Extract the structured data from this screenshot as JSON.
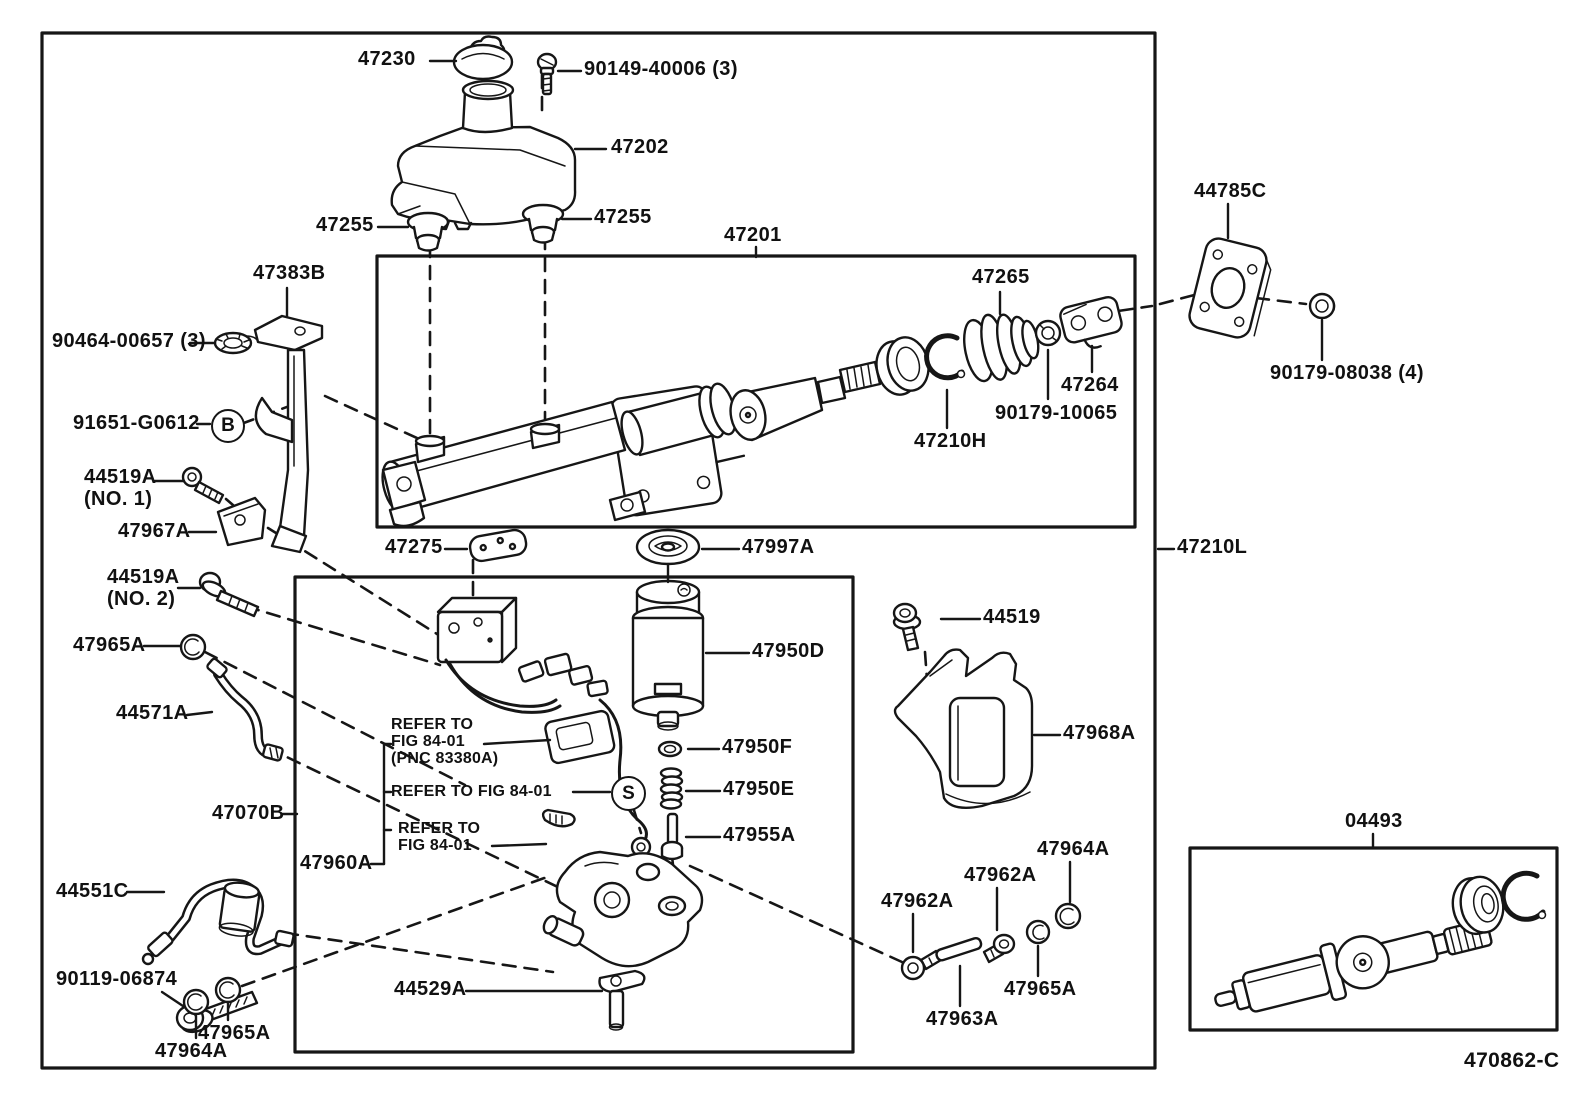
{
  "figure_code": "470862-C",
  "callouts": {
    "reservoir_cap": "47230",
    "reservoir_screw": "90149-40006 (3)",
    "reservoir": "47202",
    "grommet_left": "47255",
    "grommet_right": "47255",
    "master_cylinder_box": "47201",
    "reservoir_bracket": "47383B",
    "lock_washer": "90464-00657 (3)",
    "bolt_b": "91651-G0612",
    "bolt_no1": "44519A",
    "bolt_no1_sub": "(NO. 1)",
    "plate_no1": "47967A",
    "bolt_no2": "44519A",
    "bolt_no2_sub": "(NO. 2)",
    "grommet_mid_left": "47965A",
    "hose": "44571A",
    "actuator_box": "47070B",
    "tube": "44551C",
    "bolt_bottom_left": "90119-06874",
    "grommet_bl_1": "47965A",
    "grommet_bl_2": "47964A",
    "wiring": "47960A",
    "pump_gasket": "44529A",
    "mc_bracket": "47275",
    "motor_washer": "47997A",
    "motor": "47950D",
    "oring": "47950F",
    "spring": "47950E",
    "pump_bolt": "47955A",
    "bracket_bolt": "44519",
    "actuator_bracket": "47968A",
    "bolt_br_1": "47962A",
    "bolt_br_2": "47962A",
    "pin": "47963A",
    "grommet_br_1": "47965A",
    "grommet_br_2": "47964A",
    "boot": "47265",
    "clevis": "47264",
    "piston_nut": "90179-10065",
    "piston_ring": "47210H",
    "firewall_plate": "44785C",
    "firewall_nut": "90179-08038 (4)",
    "assembly": "47210L",
    "repair_kit": "04493"
  },
  "notes": {
    "refer_a_1": "REFER TO",
    "refer_a_2": "FIG 84-01",
    "refer_a_3": "(PNC 83380A)",
    "refer_b": "REFER TO FIG 84-01",
    "refer_c_1": "REFER TO",
    "refer_c_2": "FIG 84-01"
  },
  "markers": {
    "b": "B",
    "s": "S"
  }
}
